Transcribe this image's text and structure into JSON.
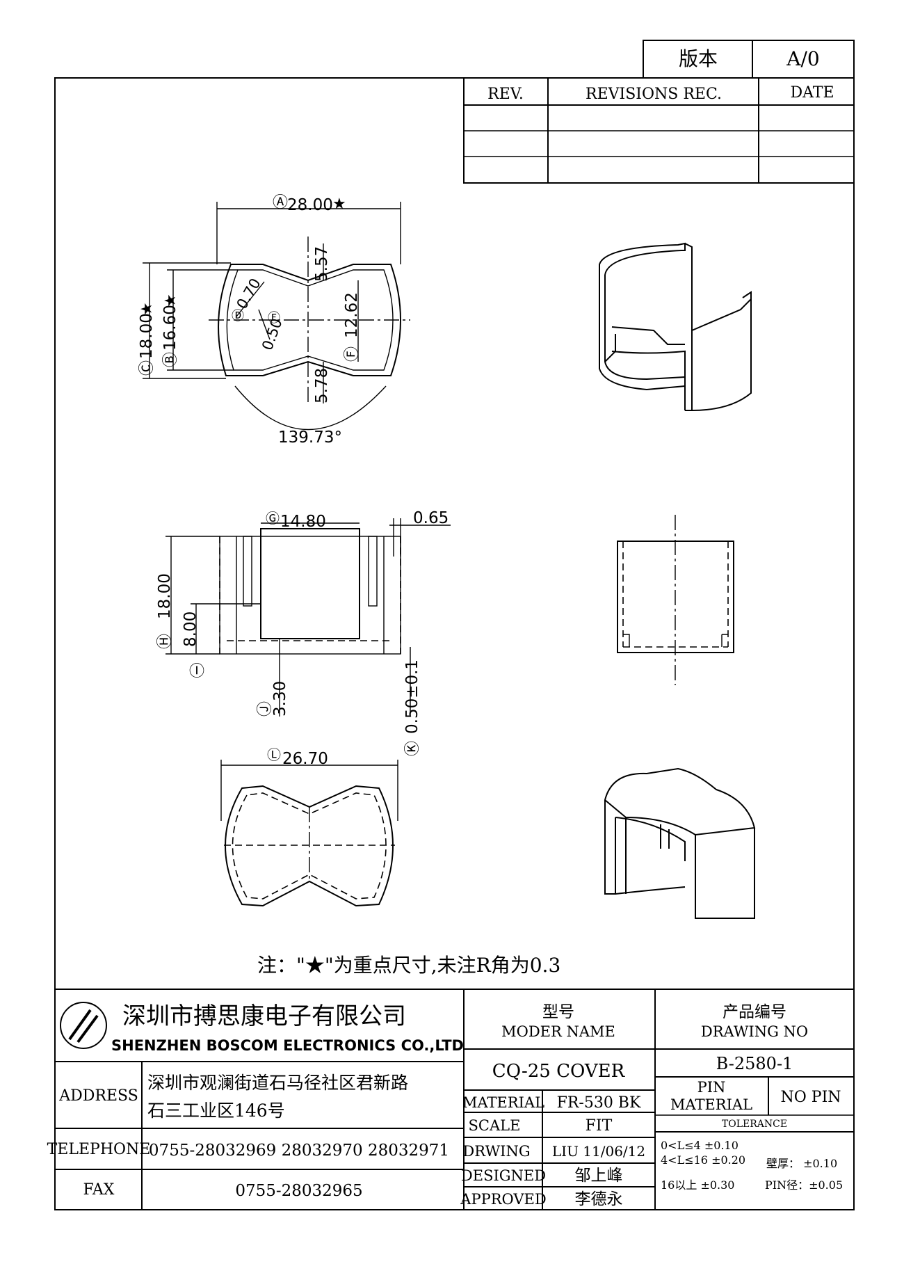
{
  "version": {
    "label": "版本",
    "value": "A/0"
  },
  "revisions": {
    "col_rev": "REV.",
    "col_rec": "REVISIONS REC.",
    "col_date": "DATE"
  },
  "dims_top": {
    "a": "Ⓐ",
    "a_val": "28.00",
    "star": "★",
    "c": "Ⓒ",
    "c_val": "18.00",
    "b": "Ⓑ",
    "b_val": "16.60",
    "d": "Ⓓ",
    "d_val": "0.70",
    "e": "Ⓔ",
    "e_val": "0.50",
    "f": "Ⓕ",
    "f_val": "12.62",
    "top_val": "5.57",
    "bot_val": "5.78",
    "angle": "139.73°"
  },
  "dims_front": {
    "g": "Ⓖ",
    "g_val": "14.80",
    "wall": "0.65",
    "h": "Ⓗ",
    "h_val": "18.00",
    "i": "Ⓘ",
    "i_val": "8.00",
    "j": "Ⓙ",
    "j_val": "3.30",
    "k": "Ⓚ",
    "k_val": "0.50±0.1"
  },
  "dims_bottom": {
    "l": "Ⓛ",
    "l_val": "26.70"
  },
  "note": "注：\"★\"为重点尺寸,未注R角为0.3",
  "title_block": {
    "company_cn": "深圳市搏思康电子有限公司",
    "company_en": "SHENZHEN BOSCOM ELECTRONICS CO.,LTD",
    "address_label": "ADDRESS",
    "address_line1": "深圳市观澜街道石马径社区君新路",
    "address_line2": "石三工业区146号",
    "telephone_label": "TELEPHONE",
    "telephone": "0755-28032969 28032970 28032971",
    "fax_label": "FAX",
    "fax": "0755-28032965",
    "model_cn": "型号",
    "model_en": "MODER NAME",
    "drawing_cn": "产品编号",
    "drawing_en": "DRAWING NO",
    "model": "CQ-25 COVER",
    "drawing_no": "B-2580-1",
    "material_label": "MATERIAL",
    "material": "FR-530 BK",
    "pin_label_1": "PIN",
    "pin_label_2": "MATERIAL",
    "pin_value": "NO PIN",
    "scale_label": "SCALE",
    "scale": "FIT",
    "tolerance_label": "TOLERANCE",
    "drwing_label": "DRWING",
    "drwing": "LIU 11/06/12",
    "designed_label": "DESIGNED",
    "designed": "邹上峰",
    "approved_label": "APPROVED",
    "approved": "李德永",
    "tol1": "0<L≤4  ±0.10",
    "tol2": "4<L≤16  ±0.20",
    "tol2b": "壁厚：  ±0.10",
    "tol3": "16以上     ±0.30",
    "tol3b": "PIN径：±0.05"
  }
}
